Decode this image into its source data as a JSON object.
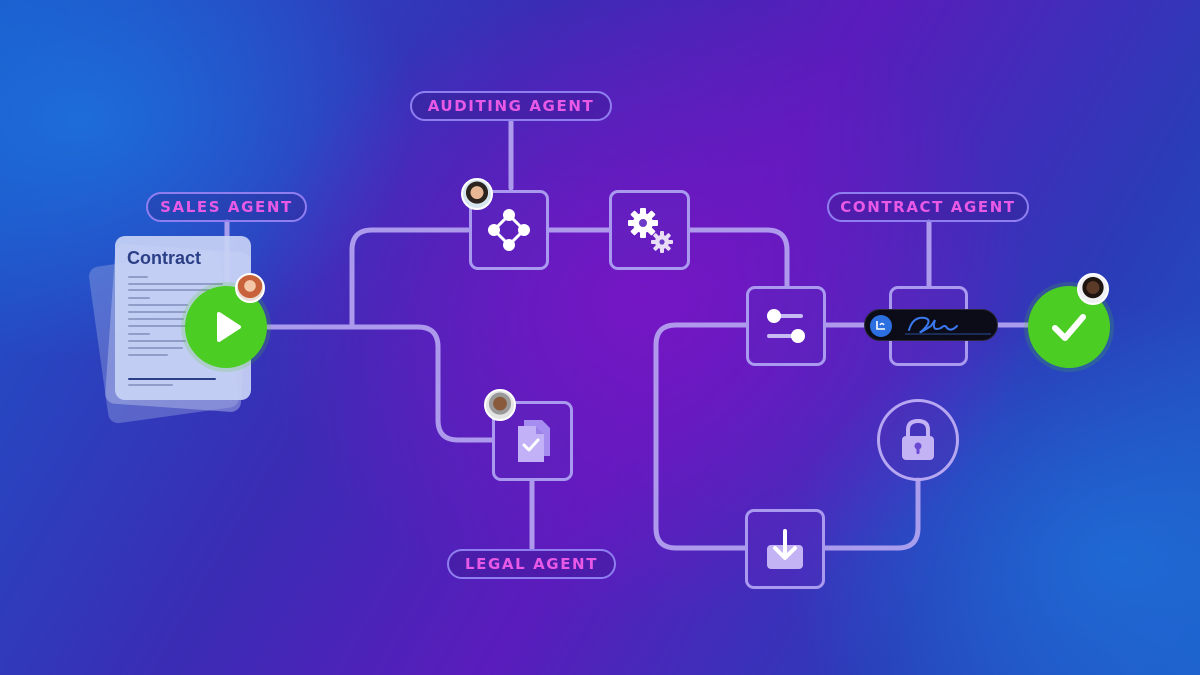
{
  "agents": {
    "auditing": "AUDITING AGENT",
    "sales": "SALES AGENT",
    "contract": "CONTRACT AGENT",
    "legal": "LEGAL AGENT"
  },
  "document": {
    "title": "Contract"
  },
  "icons": {
    "start": "play-icon",
    "workflow": "workflow-nodes-icon",
    "settings": "gears-icon",
    "filter": "sliders-icon",
    "approve": "document-check-icon",
    "download": "download-icon",
    "lock": "lock-icon",
    "done": "checkmark-icon",
    "signature": "signature-icon"
  },
  "colors": {
    "label_text": "#e85ae6",
    "label_border": "#8f7ef0",
    "connector": "#b7a7f2",
    "success": "#4ccd24"
  }
}
